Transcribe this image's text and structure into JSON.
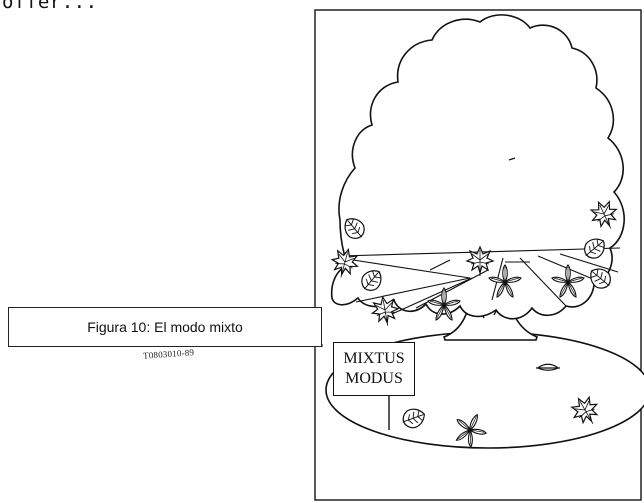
{
  "top_text": "offer...",
  "caption": "Figura 10: El modo mixto",
  "reference_code": "T0803010-89",
  "sign": {
    "line1": "MIXTUS",
    "line2": "MODUS"
  }
}
